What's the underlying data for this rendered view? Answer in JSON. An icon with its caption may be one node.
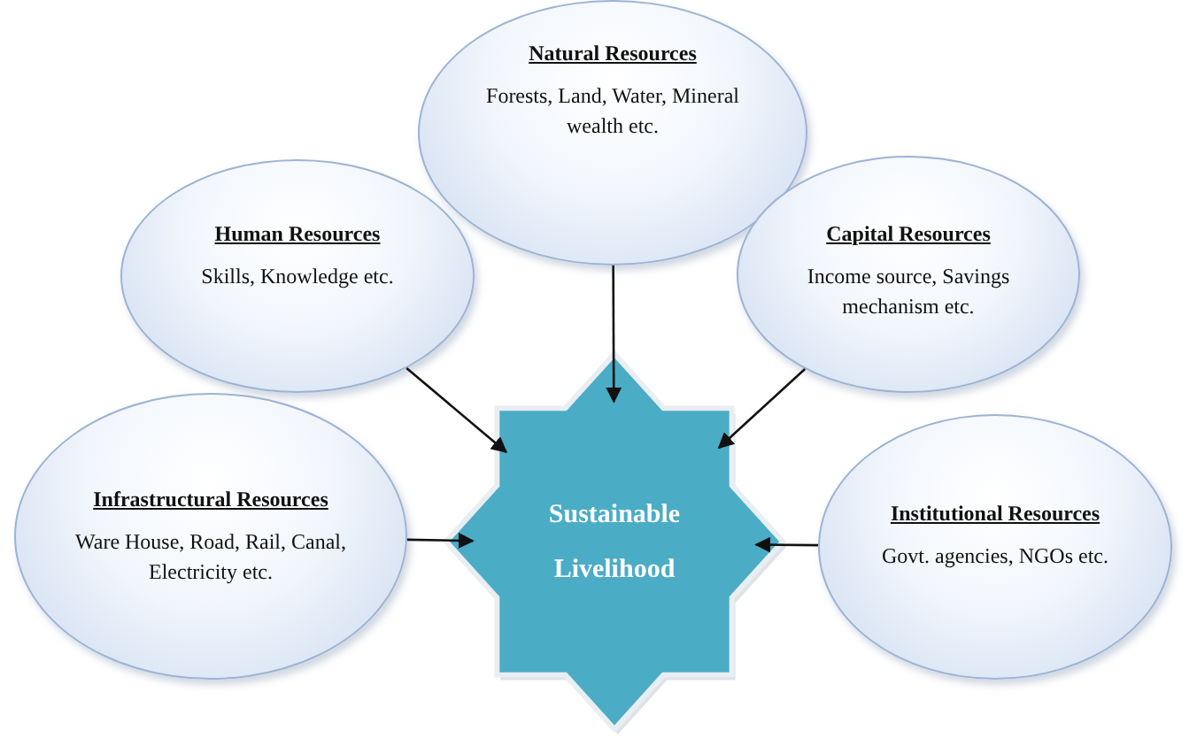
{
  "diagram": {
    "nodes": [
      {
        "text": [
          "Natural Resources",
          "Forests, Land, Water, Mineral wealth etc."
        ]
      },
      {
        "text": [
          "Human Resources",
          "Skills, Knowledge etc."
        ]
      },
      {
        "text": [
          "Capital Resources",
          "Income source, Savings mechanism etc."
        ]
      },
      {
        "text": [
          "Infrastructural Resources",
          "Ware House, Road, Rail, Canal, Electricity etc."
        ]
      },
      {
        "text": [
          "Sustainable Livelihood"
        ]
      },
      {
        "text": [
          "Institutional Resources",
          "Govt. agencies, NGOs etc."
        ]
      }
    ],
    "edges": [
      {
        "from": 0,
        "to": 4,
        "arrow": "to"
      },
      {
        "from": 1,
        "to": 4,
        "arrow": "to"
      },
      {
        "from": 2,
        "to": 4,
        "arrow": "to"
      },
      {
        "from": 3,
        "to": 4,
        "arrow": "to"
      },
      {
        "from": 5,
        "to": 4,
        "arrow": "to"
      }
    ]
  }
}
